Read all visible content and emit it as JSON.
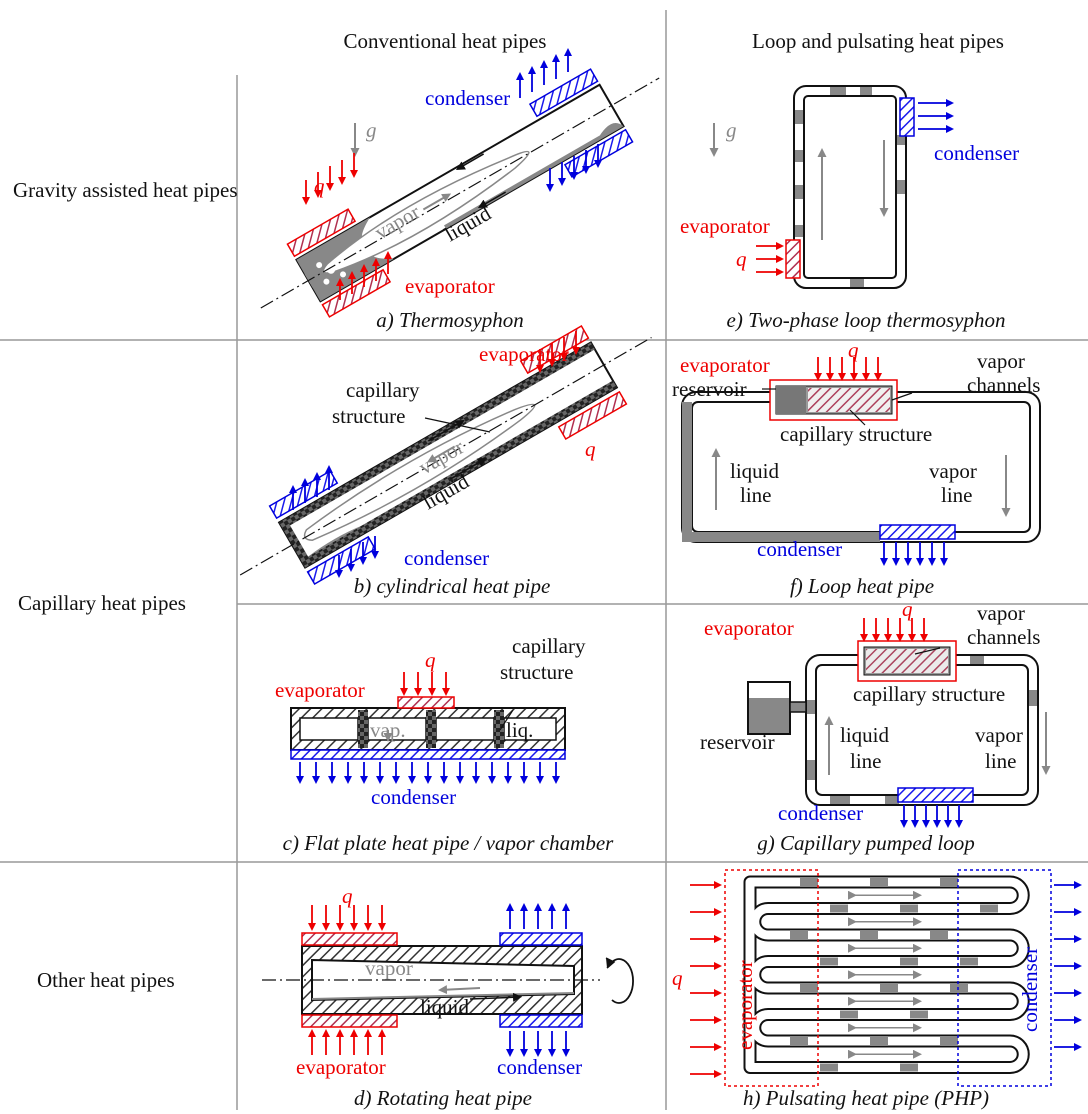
{
  "headers": {
    "col1": "Conventional heat pipes",
    "col2": "Loop and pulsating heat pipes"
  },
  "rows": {
    "gravity": "Gravity assisted heat pipes",
    "capillary": "Capillary heat pipes",
    "other": "Other heat pipes"
  },
  "captions": {
    "a": "a) Thermosyphon",
    "b": "b) cylindrical heat pipe",
    "c": "c) Flat plate heat pipe / vapor chamber",
    "d": "d) Rotating heat pipe",
    "e": "e) Two-phase loop thermosyphon",
    "f": "f) Loop heat pipe",
    "g": "g) Capillary pumped loop",
    "h": "h) Pulsating heat pipe (PHP)"
  },
  "labels": {
    "condenser": "condenser",
    "evaporator": "evaporator",
    "vapor": "vapor",
    "liquid": "liquid",
    "q": "q",
    "g": "g",
    "capillary": "capillary",
    "structure": "structure",
    "capillary_structure": "capillary structure",
    "vap": "vap.",
    "liq": "liq.",
    "reservoir": "reservoir",
    "vapor_channels_1": "vapor",
    "vapor_channels_2": "channels",
    "liquid_line_1": "liquid",
    "liquid_line_2": "line",
    "vapor_line_1": "vapor",
    "vapor_line_2": "line"
  },
  "colors": {
    "heat": "#e00000",
    "cool": "#0000dd",
    "grid": "#999999",
    "fluid": "#808080"
  }
}
